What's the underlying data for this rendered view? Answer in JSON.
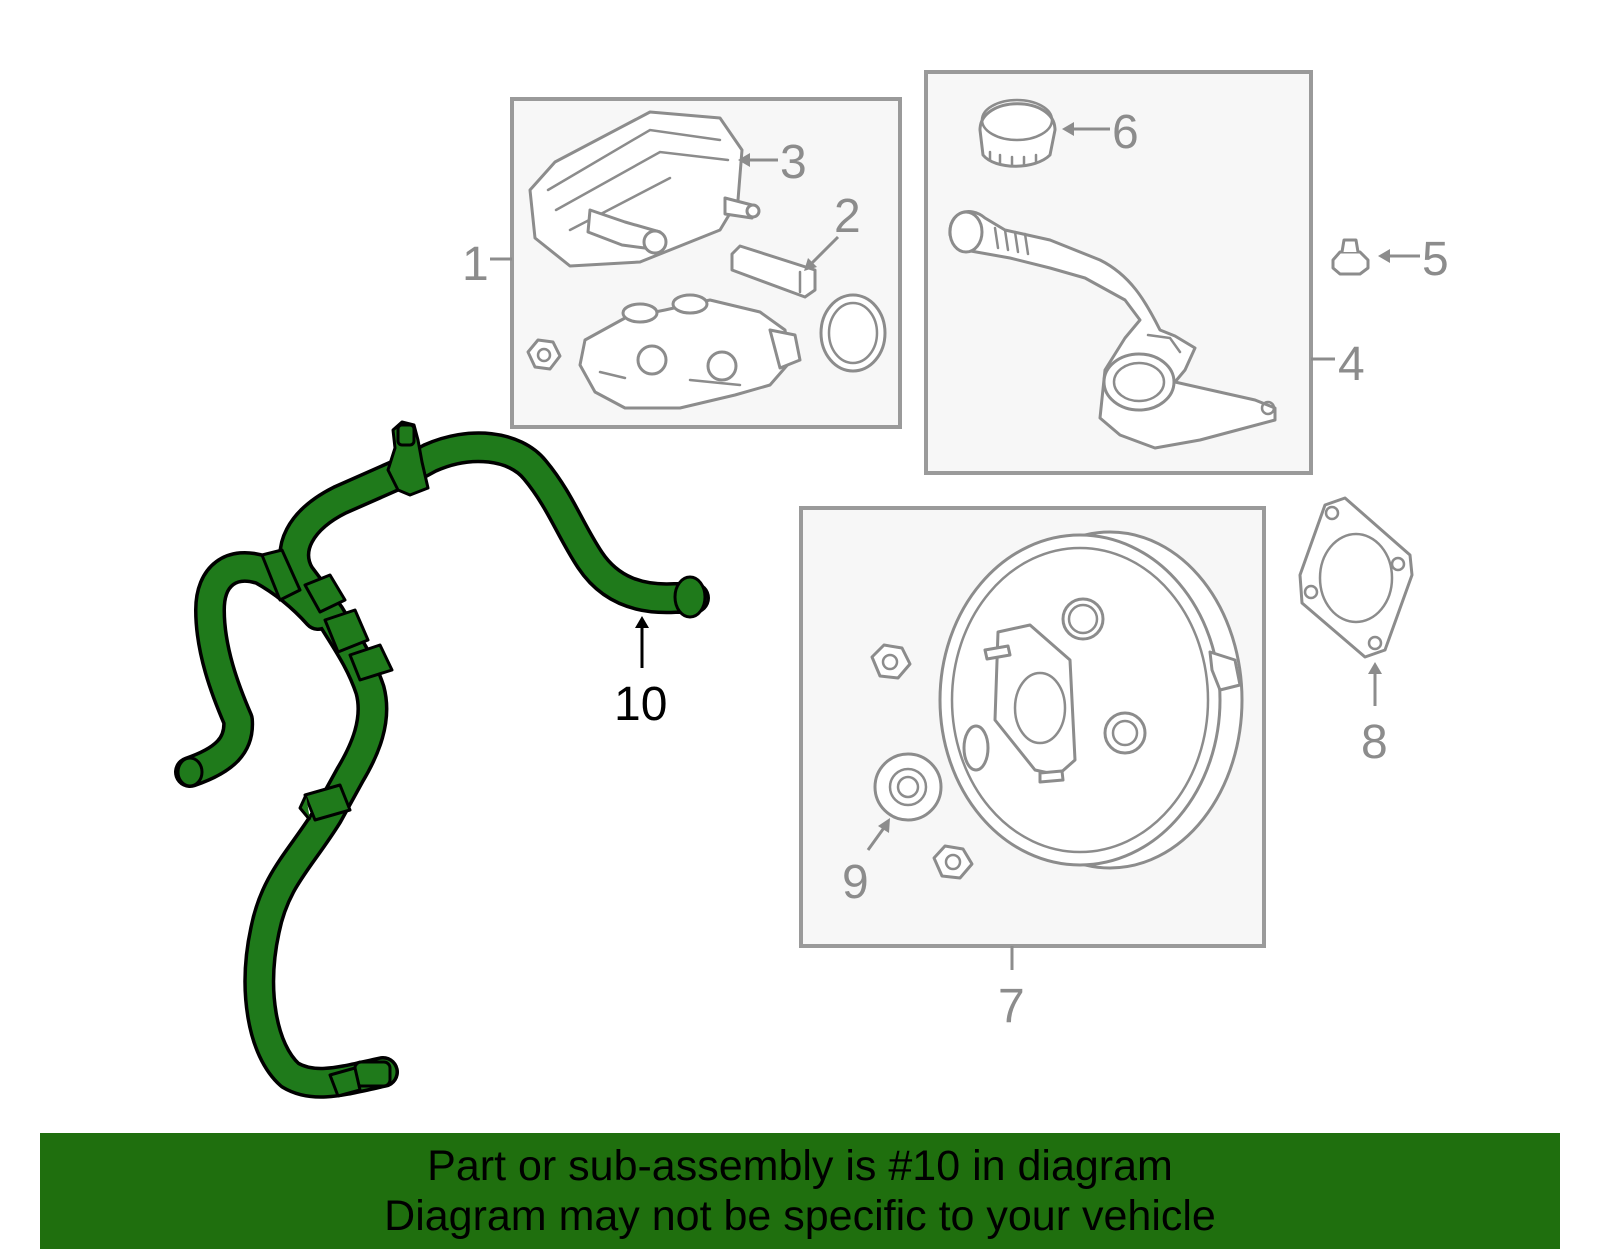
{
  "callouts": {
    "c1": "1",
    "c2": "2",
    "c3": "3",
    "c4": "4",
    "c5": "5",
    "c6": "6",
    "c7": "7",
    "c8": "8",
    "c9": "9",
    "c10": "10"
  },
  "highlighted_part": "10",
  "colors": {
    "highlight": "#1f7a1b",
    "banner": "#1f6f0e",
    "line_art": "#8c8c8c",
    "box_fill": "#f7f7f7"
  },
  "banner": {
    "line1": "Part or sub-assembly is #10 in diagram",
    "line2": "Diagram may not be specific to your vehicle"
  }
}
